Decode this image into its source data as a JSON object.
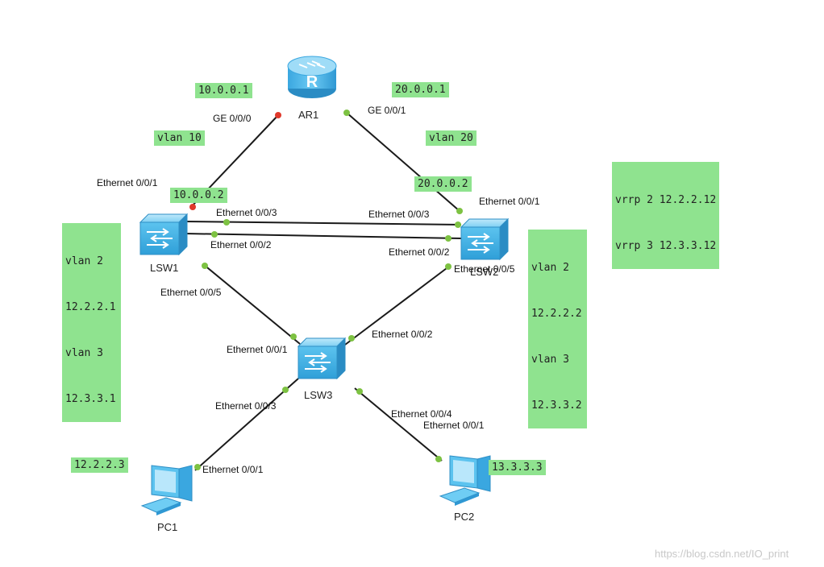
{
  "devices": {
    "ar1": "AR1",
    "lsw1": "LSW1",
    "lsw2": "LSW2",
    "lsw3": "LSW3",
    "pc1": "PC1",
    "pc2": "PC2"
  },
  "ports": {
    "ar1_ge000": "GE 0/0/0",
    "ar1_ge001": "GE 0/0/1",
    "lsw1_e001": "Ethernet 0/0/1",
    "lsw1_e003": "Ethernet 0/0/3",
    "lsw1_e002": "Ethernet 0/0/2",
    "lsw1_e005": "Ethernet 0/0/5",
    "lsw2_e001": "Ethernet 0/0/1",
    "lsw2_e003": "Ethernet 0/0/3",
    "lsw2_e002": "Ethernet 0/0/2",
    "lsw2_e005": "Ethernet 0/0/5",
    "lsw3_e001": "Ethernet 0/0/1",
    "lsw3_e002": "Ethernet 0/0/2",
    "lsw3_e003": "Ethernet 0/0/3",
    "lsw3_e004": "Ethernet 0/0/4",
    "pc1_e001": "Ethernet 0/0/1",
    "pc2_e001": "Ethernet 0/0/1"
  },
  "tags": {
    "ip_ar1_left": "10.0.0.1",
    "ip_ar1_right": "20.0.0.1",
    "vlan_left": "vlan 10",
    "vlan_right": "vlan 20",
    "ip_lsw1_up": "10.0.0.2",
    "ip_lsw2_up": "20.0.0.2",
    "lsw1_config": [
      "vlan 2",
      "12.2.2.1",
      "vlan 3",
      "12.3.3.1"
    ],
    "lsw2_config": [
      "vlan 2",
      "12.2.2.2",
      "vlan 3",
      "12.3.3.2"
    ],
    "vrrp": [
      "vrrp 2 12.2.2.12",
      "vrrp 3 12.3.3.12"
    ],
    "pc1_ip": "12.2.2.3",
    "pc2_ip": "13.3.3.3"
  },
  "colors": {
    "link": "#1a1a1a",
    "port_up": "#7dc242",
    "port_down": "#e0392b",
    "tag_bg": "#8fe38f",
    "device": "#4fb6ea"
  },
  "watermark": "https://blog.csdn.net/IO_print"
}
